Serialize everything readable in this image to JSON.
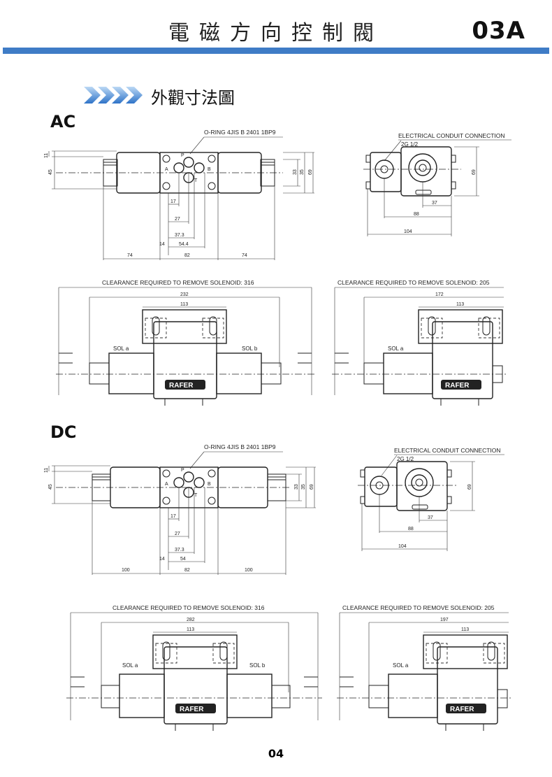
{
  "header": {
    "title": "電磁方向控制閥",
    "code": "03A"
  },
  "section_title": "外觀寸法圖",
  "ac": {
    "label": "AC",
    "oring": "O-RING 4JIS B 2401 1BP9",
    "conduit": "ELECTRICAL CONDUIT CONNECTION",
    "thread": "2G 1/2",
    "side_dims": {
      "h11": "11",
      "h45": "45",
      "h33": "33",
      "h35": "35",
      "h69": "69",
      "d17": "17",
      "d27": "27",
      "d373": "37.3",
      "d14": "14",
      "d544": "54.4",
      "left": "74",
      "mid": "82",
      "right": "74"
    },
    "end_dims": {
      "d37": "37",
      "d88": "88",
      "d104": "104",
      "h69": "69"
    },
    "ports": {
      "p": "P",
      "a": "A",
      "b": "B",
      "t": "T"
    },
    "clear_double": "CLEARANCE REQUIRED TO REMOVE SOLENOID: 316",
    "clear_single": "CLEARANCE REQUIRED TO REMOVE SOLENOID: 205",
    "double_dims": {
      "w1": "232",
      "w2": "113"
    },
    "single_dims": {
      "w1": "172",
      "w2": "113"
    },
    "sol_a": "SOL a",
    "sol_b": "SOL b",
    "brand": "RAFER"
  },
  "dc": {
    "label": "DC",
    "oring": "O-RING 4JIS B 2401 1BP9",
    "conduit": "ELECTRICAL CONDUIT CONNECTION",
    "thread": "2G 1/2",
    "side_dims": {
      "h11": "11",
      "h45": "45",
      "h33": "33",
      "h35": "35",
      "h69": "69",
      "d17": "17",
      "d27": "27",
      "d373": "37.3",
      "d14": "14",
      "d54": "54",
      "left": "100",
      "mid": "82",
      "right": "100"
    },
    "end_dims": {
      "d37": "37",
      "d88": "88",
      "d104": "104",
      "h69": "69"
    },
    "ports": {
      "p": "P",
      "a": "A",
      "b": "B",
      "t": "T"
    },
    "clear_double": "CLEARANCE REQUIRED TO REMOVE SOLENOID: 316",
    "clear_single": "CLEARANCE REQUIRED TO REMOVE SOLENOID: 205",
    "double_dims": {
      "w1": "282",
      "w2": "113"
    },
    "single_dims": {
      "w1": "197",
      "w2": "113"
    },
    "sol_a": "SOL a",
    "sol_b": "SOL b",
    "brand": "RAFER"
  },
  "page_number": "04",
  "colors": {
    "accent_bar": "#3f7cc6",
    "arrow": "#4a8fd8"
  }
}
